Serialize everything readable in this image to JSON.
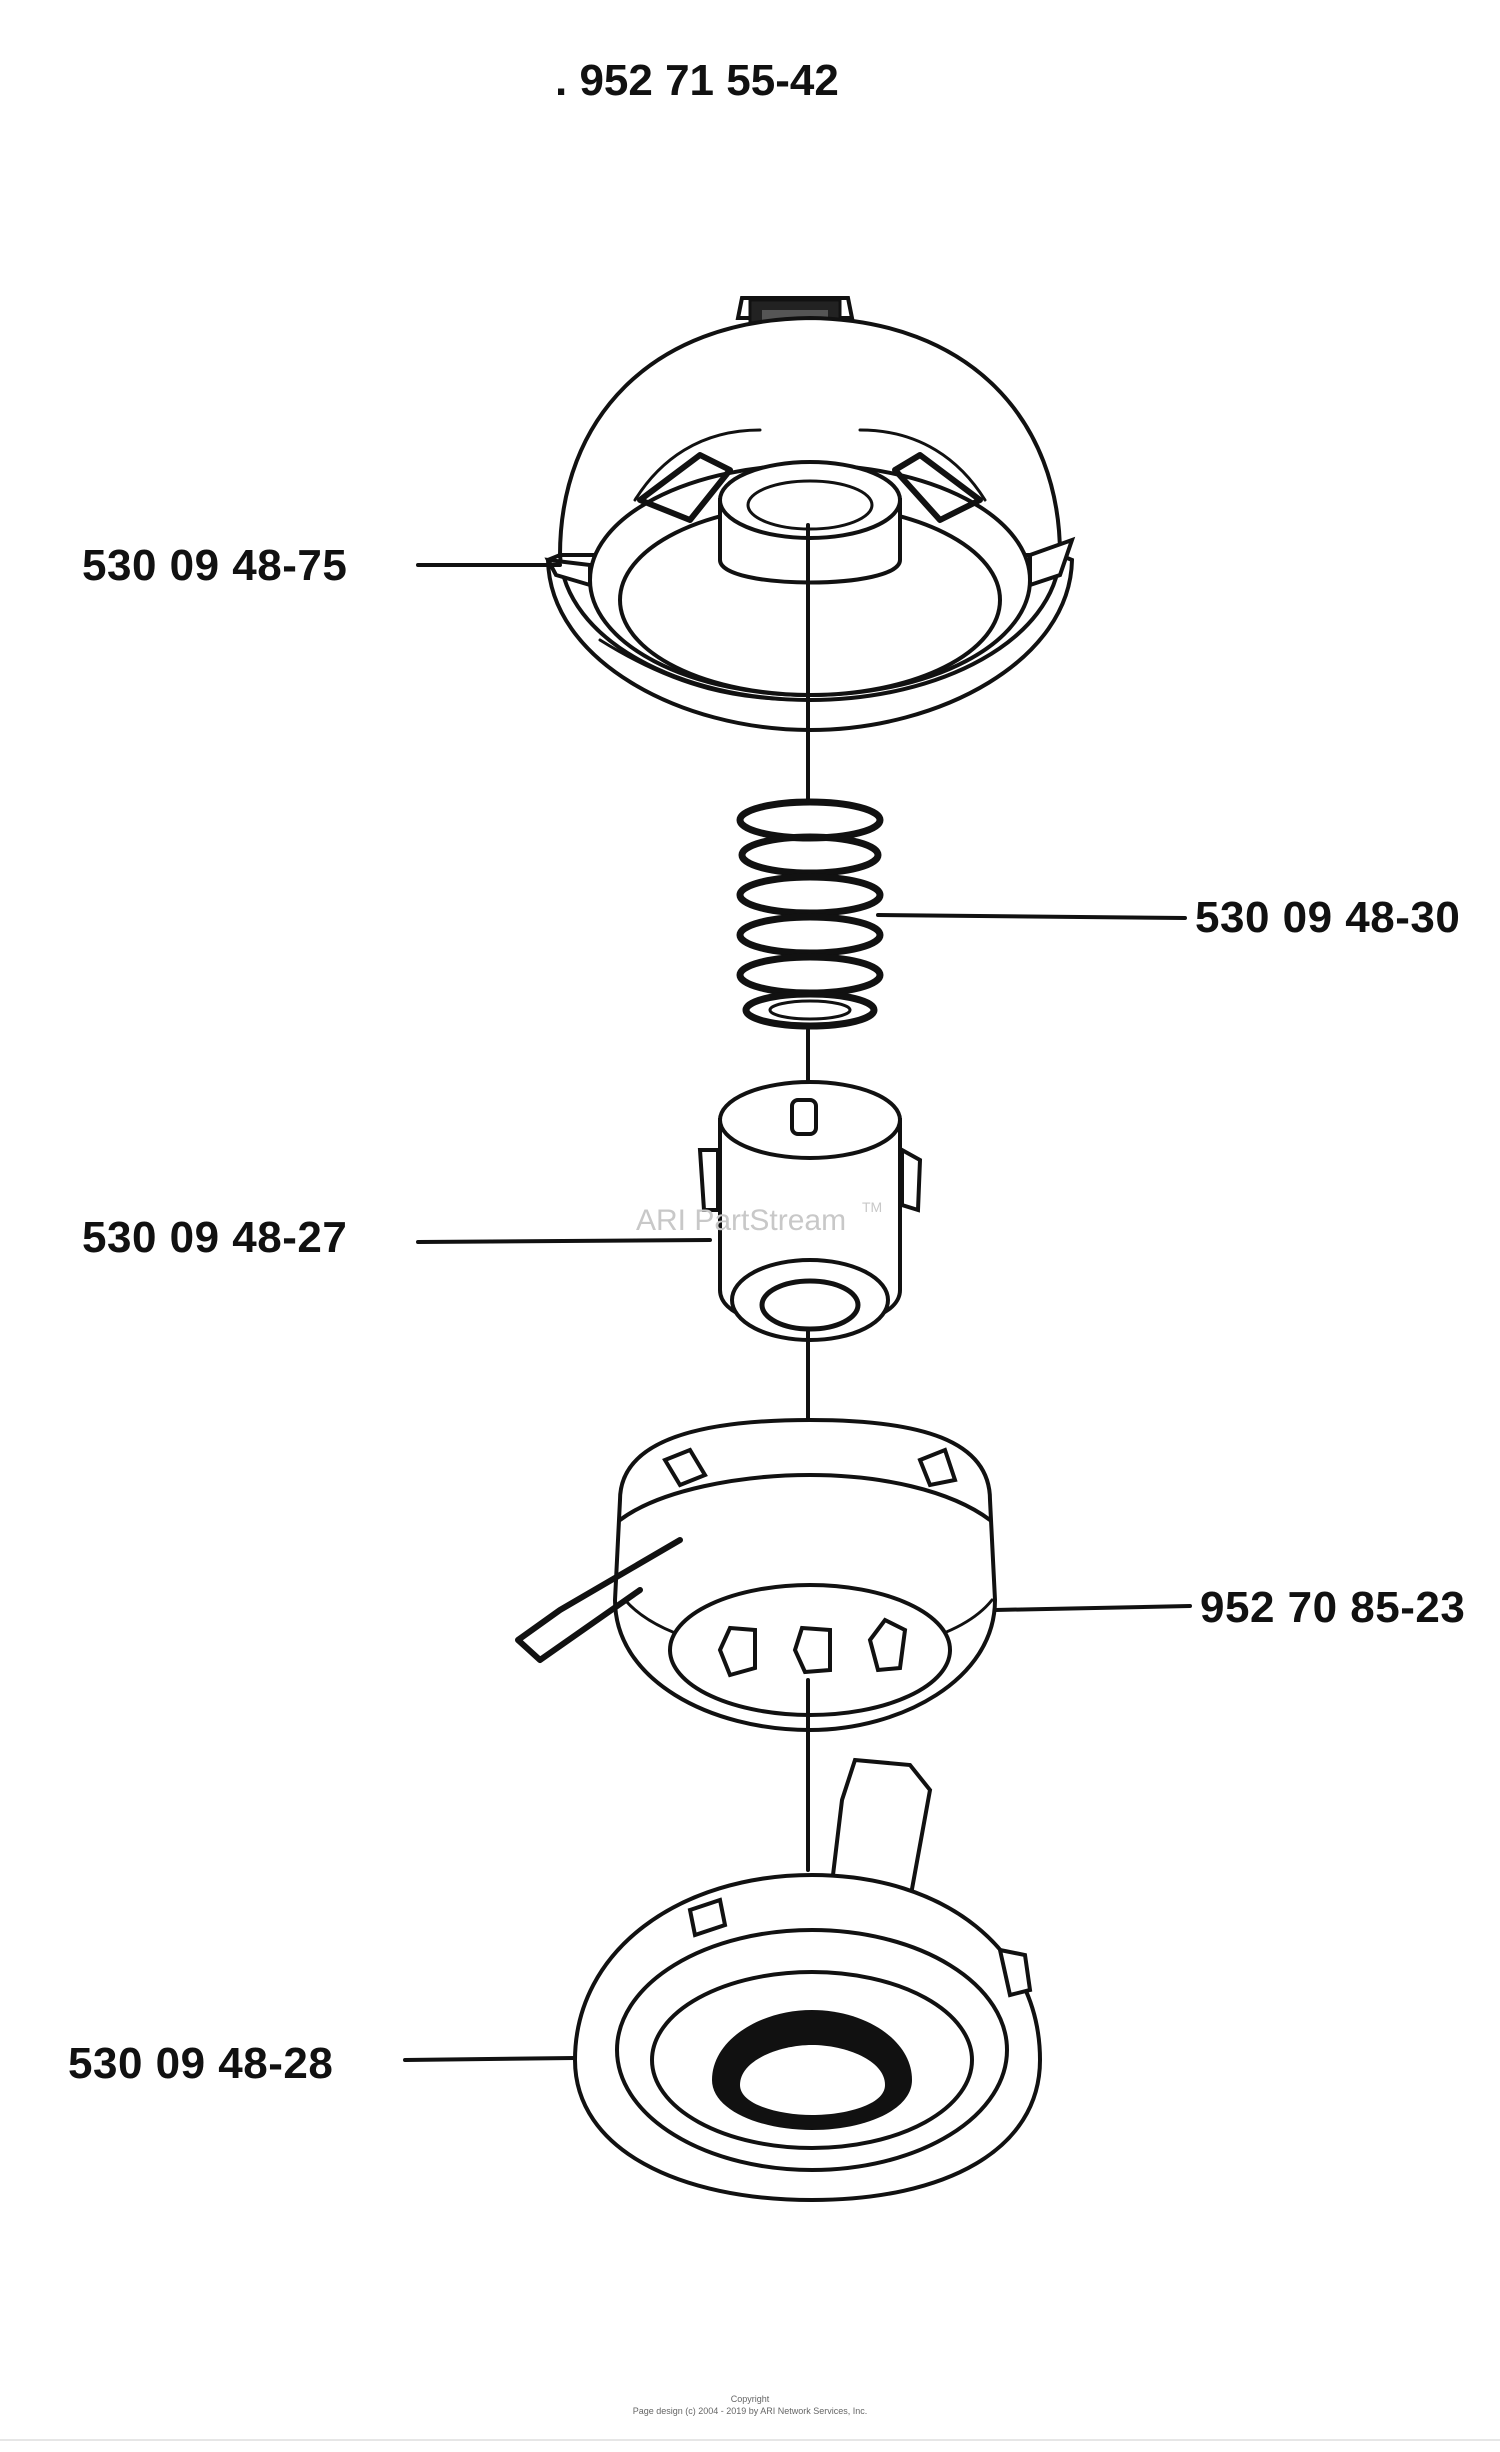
{
  "assembly": {
    "number": ". 952 71 55-42"
  },
  "parts": [
    {
      "id": "cover",
      "part_number": "530 09 48-75"
    },
    {
      "id": "spring",
      "part_number": "530 09 48-30"
    },
    {
      "id": "sleeve",
      "part_number": "530 09 48-27"
    },
    {
      "id": "spool",
      "part_number": "952 70 85-23"
    },
    {
      "id": "housing",
      "part_number": "530 09 48-28"
    }
  ],
  "watermark": {
    "text": "ARI PartStream",
    "tm": "TM"
  },
  "footer": {
    "line1": "Copyright",
    "line2": "Page design (c) 2004 - 2019 by ARI Network Services, Inc."
  }
}
